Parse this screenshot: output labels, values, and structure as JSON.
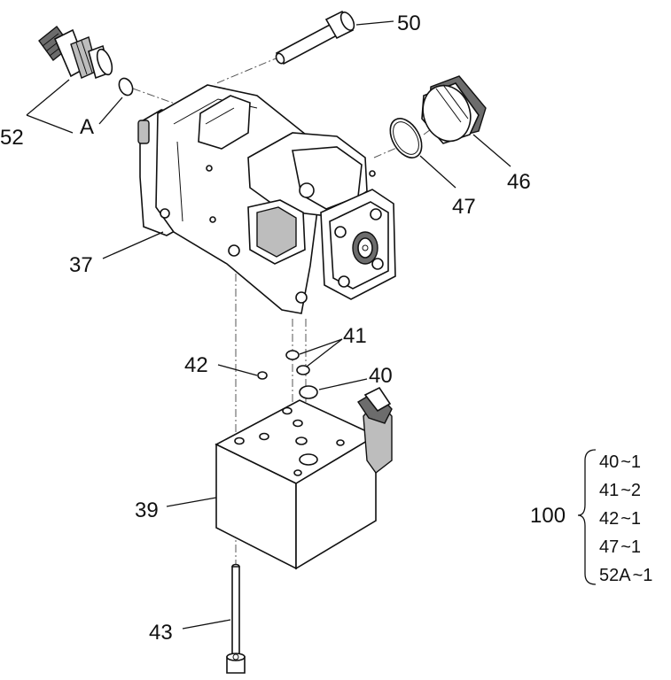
{
  "callouts": {
    "c50": "50",
    "c52": "52",
    "cA": "A",
    "c46": "46",
    "c47": "47",
    "c37": "37",
    "c41": "41",
    "c42": "42",
    "c40": "40",
    "c39": "39",
    "c43": "43"
  },
  "kit": {
    "number": "100",
    "items": [
      {
        "part": "40",
        "qty": "~1"
      },
      {
        "part": "41",
        "qty": "~2"
      },
      {
        "part": "42",
        "qty": "~1"
      },
      {
        "part": "47",
        "qty": "~1"
      },
      {
        "part": "52A",
        "qty": "~1"
      }
    ]
  }
}
